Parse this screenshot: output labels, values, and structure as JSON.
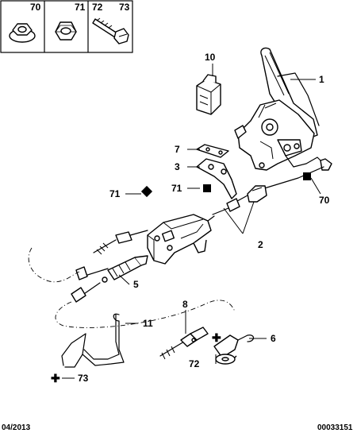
{
  "header_refs": {
    "box1": "70",
    "box2": "71",
    "box3a": "72",
    "box3b": "73"
  },
  "callouts": {
    "c1": "1",
    "c2": "2",
    "c3": "3",
    "c5": "5",
    "c6": "6",
    "c7": "7",
    "c8": "8",
    "c10": "10",
    "c11": "11",
    "c70": "70",
    "c71a": "71",
    "c71b": "71",
    "c72": "72",
    "c73": "73"
  },
  "footer": {
    "date": "04/2013",
    "ref": "00033151"
  }
}
